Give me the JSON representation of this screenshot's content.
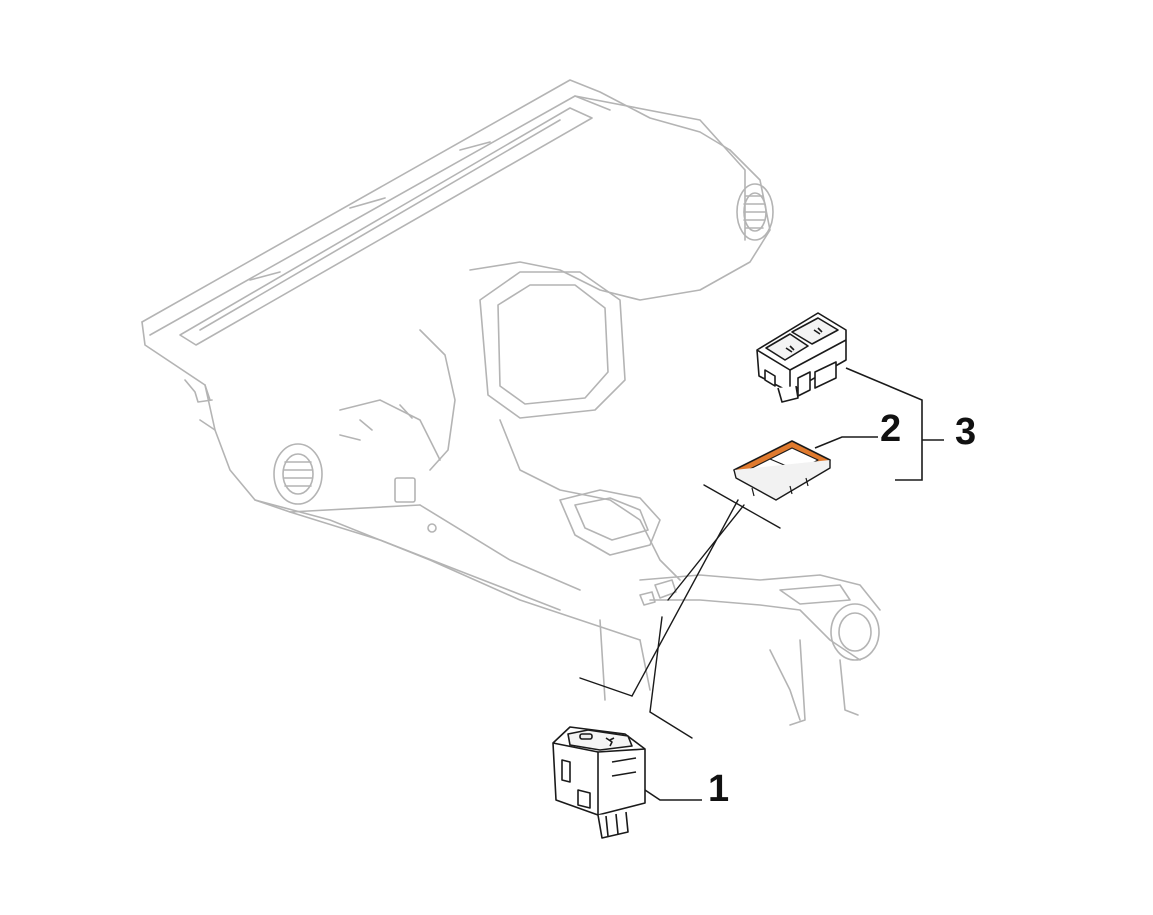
{
  "callouts": [
    {
      "id": "1",
      "label": "1"
    },
    {
      "id": "2",
      "label": "2"
    },
    {
      "id": "3",
      "label": "3"
    }
  ],
  "colors": {
    "ghost_line": "#b4b4b4",
    "part_line": "#1a1a1a",
    "highlight": "#e07a2e",
    "background": "#ffffff"
  },
  "parts": [
    {
      "callout": "1",
      "icon": "seat-heater-switch-icon"
    },
    {
      "callout": "2",
      "icon": "switch-bezel-frame-icon",
      "highlighted": true
    },
    {
      "callout": "3",
      "icon": "dual-switch-assembly-icon"
    }
  ]
}
